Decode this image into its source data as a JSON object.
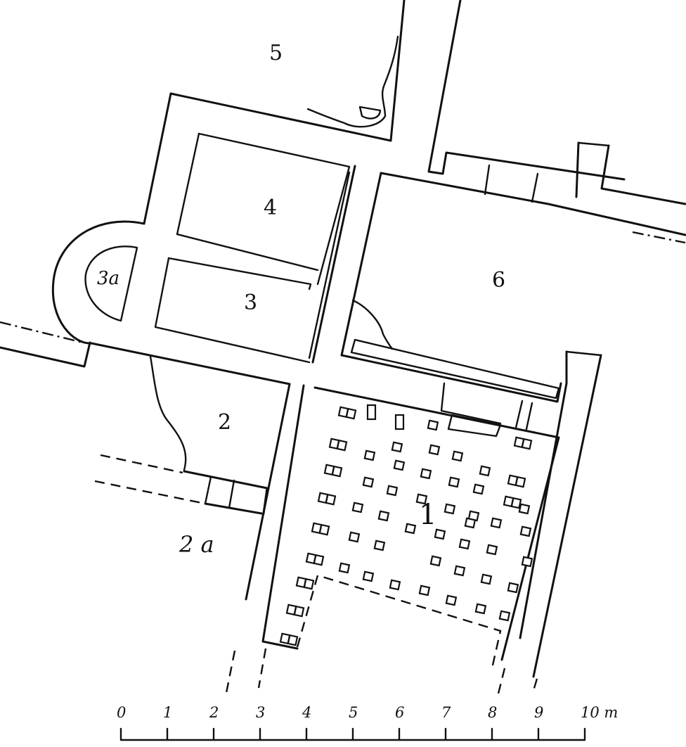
{
  "rooms": [
    {
      "id": "r1",
      "label": "1"
    },
    {
      "id": "r2",
      "label": "2"
    },
    {
      "id": "r2a",
      "label": "2 a"
    },
    {
      "id": "r3",
      "label": "3"
    },
    {
      "id": "r3a",
      "label": "3a"
    },
    {
      "id": "r4",
      "label": "4"
    },
    {
      "id": "r5",
      "label": "5"
    },
    {
      "id": "r6",
      "label": "6"
    }
  ],
  "scale": {
    "ticks": [
      "0",
      "1",
      "2",
      "3",
      "4",
      "5",
      "6",
      "7",
      "8",
      "9",
      "10 m"
    ]
  }
}
